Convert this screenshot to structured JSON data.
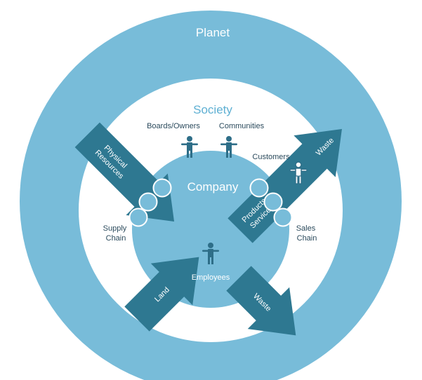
{
  "diagram": {
    "rings": {
      "planet": {
        "label": "Planet"
      },
      "society": {
        "label": "Society"
      },
      "company": {
        "label": "Company"
      }
    },
    "stakeholders": {
      "boards_owners": "Boards/Owners",
      "communities": "Communities",
      "customers": "Customers",
      "employees": "Employees",
      "supply_chain": [
        "Supply",
        "Chain"
      ],
      "sales_chain": [
        "Sales",
        "Chain"
      ]
    },
    "flows": {
      "physical_resources": [
        "Physical",
        "Resources"
      ],
      "products_services": [
        "Products",
        "Services"
      ],
      "waste_out_top": "Waste",
      "land": "Land",
      "waste_out_bottom": "Waste"
    },
    "colors": {
      "planet": "#78bcd9",
      "society": "#ffffff",
      "company": "#78bcd9",
      "arrow": "#2e7891",
      "society_label": "#5fb0d3",
      "dark_text": "#2b4a5c",
      "person_icon": "#2e6e88",
      "connector_circle": "#78bcd9"
    }
  }
}
